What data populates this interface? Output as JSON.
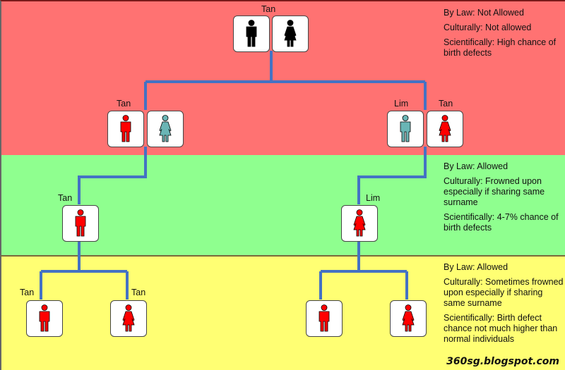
{
  "colors": {
    "tier_high_risk": "#ff7272",
    "tier_medium_risk": "#8fff8f",
    "tier_low_risk": "#ffff73",
    "connector": "#4472c4",
    "person_generation_1": "#000000",
    "person_tan_family": "#ff0000",
    "person_other_family": "#6ab5b5"
  },
  "tiers": [
    {
      "law": "By Law: Not Allowed",
      "culture": "Culturally: Not allowed",
      "science": "Scientifically: High chance of birth defects"
    },
    {
      "law": "By Law: Allowed",
      "culture": "Culturally: Frowned upon especially if sharing same surname",
      "science": "Scientifically: 4-7% chance of birth defects"
    },
    {
      "law": "By Law: Allowed",
      "culture": "Culturally: Sometimes frowned upon especially if sharing same surname",
      "science": "Scientifically: Birth defect chance not much higher than normal individuals"
    }
  ],
  "people": {
    "gen1": {
      "label": "Tan",
      "male": "male-icon",
      "female": "female-icon"
    },
    "gen2_left": {
      "label": "Tan",
      "male": "male-icon",
      "spouse": "female-icon"
    },
    "gen2_right": {
      "spouse_label": "Lim",
      "label": "Tan",
      "spouse": "male-icon",
      "female": "female-icon"
    },
    "gen3_left": {
      "label": "Tan"
    },
    "gen3_right": {
      "label": "Lim"
    },
    "gen4_a": {
      "label": "Tan"
    },
    "gen4_b": {
      "label": "Tan"
    }
  },
  "watermark": "360sg.blogspot.com"
}
